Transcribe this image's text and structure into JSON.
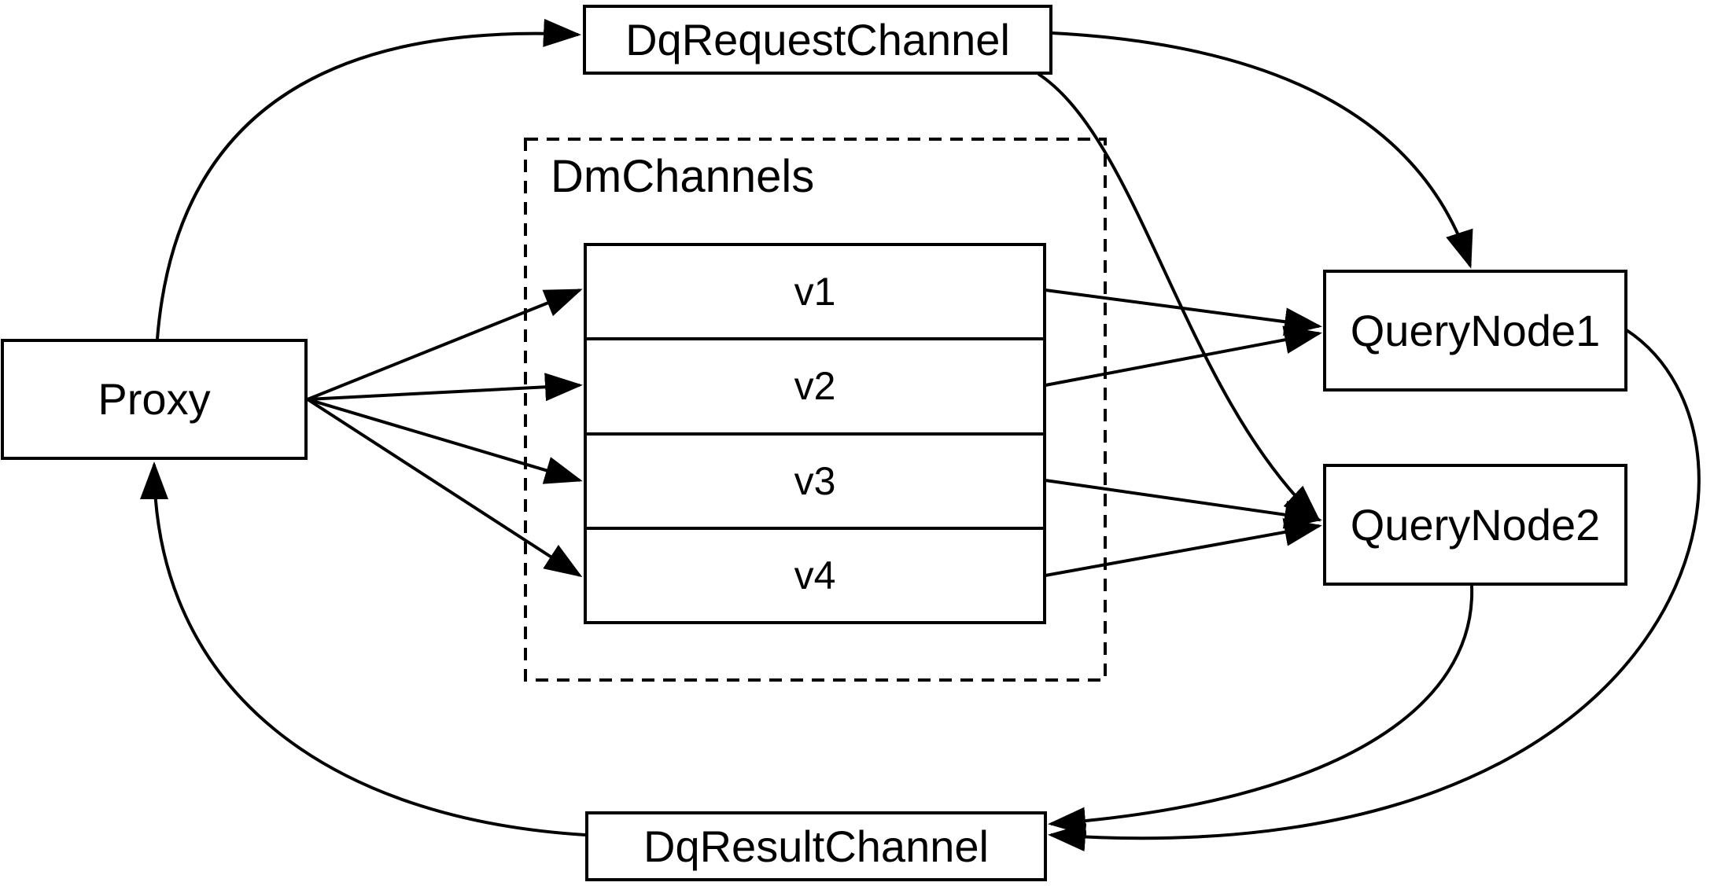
{
  "diagram": {
    "colors": {
      "background": "#ffffff",
      "line": "#000000",
      "box_fill": "#ffffff",
      "text": "#000000"
    },
    "nodes": {
      "proxy": {
        "label": "Proxy"
      },
      "dq_request_channel": {
        "label": "DqRequestChannel"
      },
      "dq_result_channel": {
        "label": "DqResultChannel"
      },
      "query_node_1": {
        "label": "QueryNode1"
      },
      "query_node_2": {
        "label": "QueryNode2"
      },
      "dm_channels": {
        "label": "DmChannels",
        "channels": [
          {
            "label": "v1"
          },
          {
            "label": "v2"
          },
          {
            "label": "v3"
          },
          {
            "label": "v4"
          }
        ]
      }
    },
    "edges": [
      {
        "from": "Proxy",
        "to": "DqRequestChannel",
        "style": "curved"
      },
      {
        "from": "DqRequestChannel",
        "to": "QueryNode1",
        "style": "curved"
      },
      {
        "from": "DqRequestChannel",
        "to": "QueryNode2",
        "style": "curved"
      },
      {
        "from": "Proxy",
        "to": "v1",
        "style": "straight"
      },
      {
        "from": "Proxy",
        "to": "v2",
        "style": "straight"
      },
      {
        "from": "Proxy",
        "to": "v3",
        "style": "straight"
      },
      {
        "from": "Proxy",
        "to": "v4",
        "style": "straight"
      },
      {
        "from": "v1",
        "to": "QueryNode1",
        "style": "straight"
      },
      {
        "from": "v2",
        "to": "QueryNode1",
        "style": "straight"
      },
      {
        "from": "v3",
        "to": "QueryNode2",
        "style": "straight"
      },
      {
        "from": "v4",
        "to": "QueryNode2",
        "style": "straight"
      },
      {
        "from": "QueryNode1",
        "to": "DqResultChannel",
        "style": "curved"
      },
      {
        "from": "QueryNode2",
        "to": "DqResultChannel",
        "style": "curved"
      },
      {
        "from": "DqResultChannel",
        "to": "Proxy",
        "style": "curved"
      }
    ]
  }
}
